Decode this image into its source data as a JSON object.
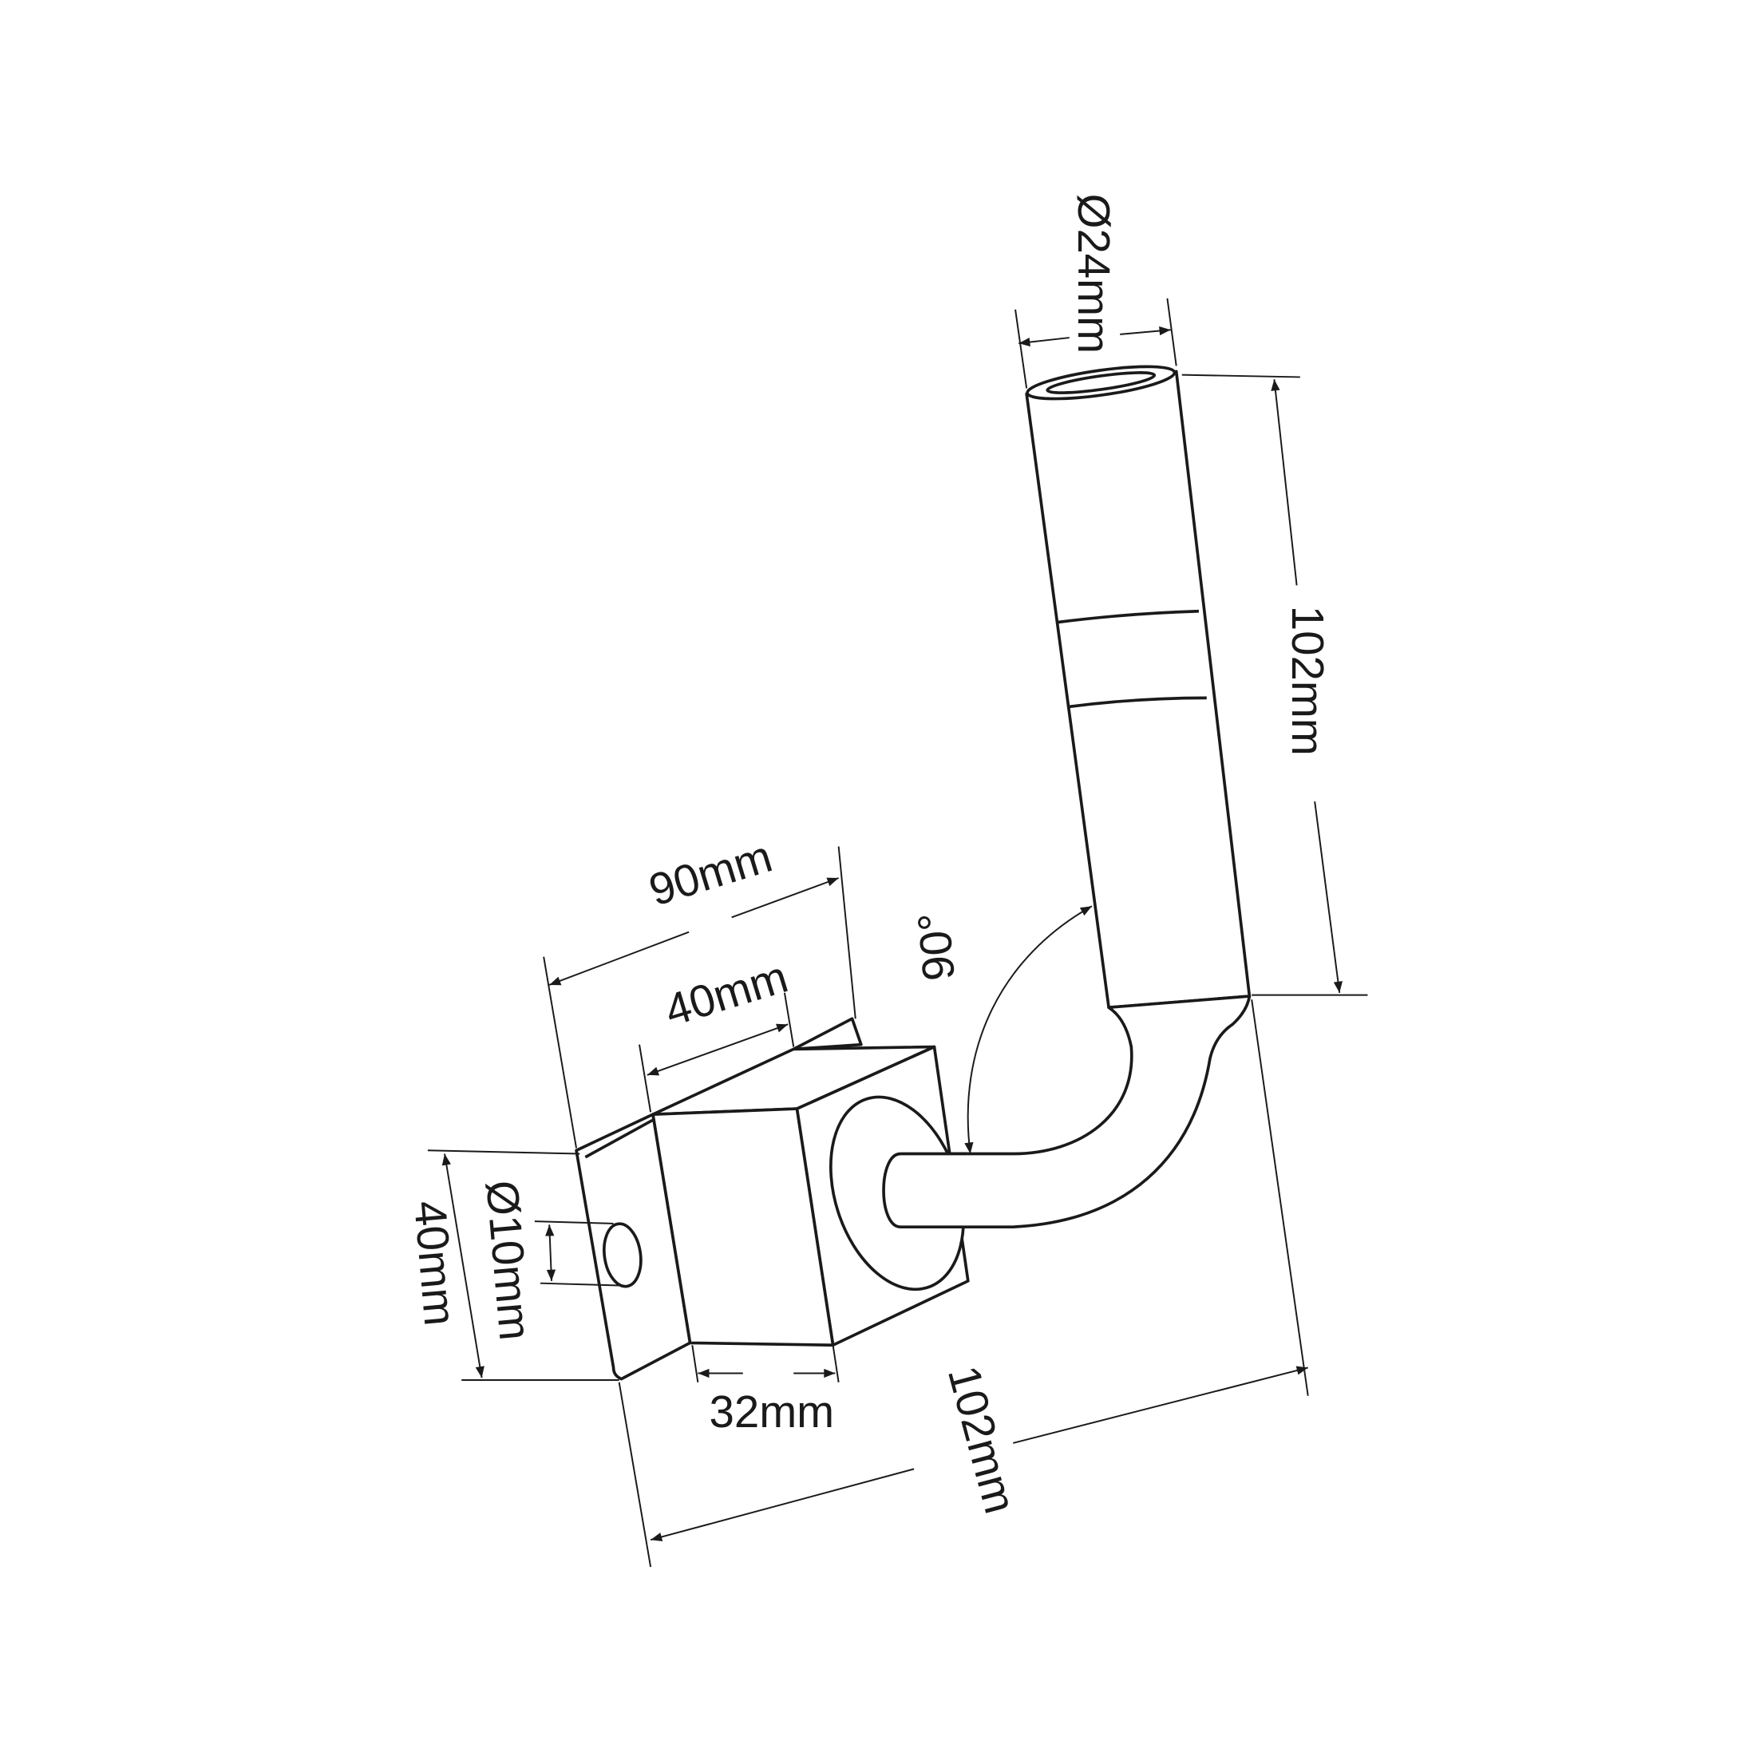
{
  "drawing": {
    "title": "Angled tube wall mount bracket dimension drawing",
    "line_color": "#1a1a1a",
    "background": "#ffffff"
  },
  "dimensions": {
    "tube_diameter": "Ø24mm",
    "tube_length": "102mm",
    "bracket_depth": "90mm",
    "block_depth": "40mm",
    "bend_angle": "90°",
    "hole_diameter": "Ø10mm",
    "plate_height": "40mm",
    "block_width": "32mm",
    "overall_length": "102mm"
  }
}
